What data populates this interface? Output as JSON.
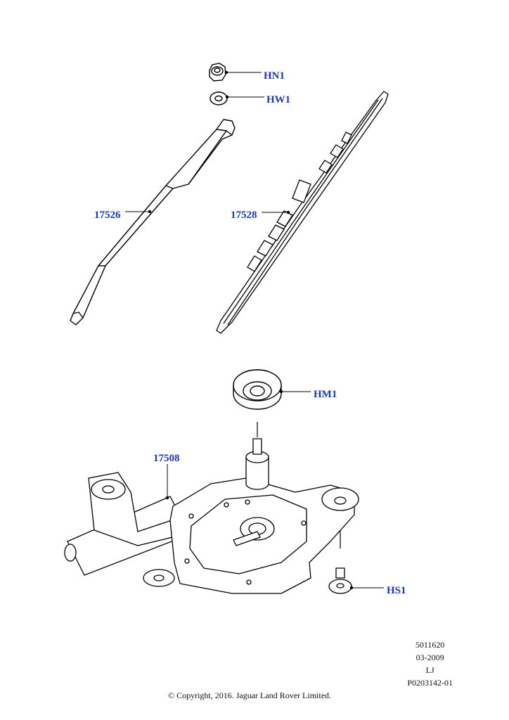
{
  "callouts": {
    "hn1": "HN1",
    "hw1": "HW1",
    "arm": "17526",
    "blade": "17528",
    "hm1": "HM1",
    "motor": "17508",
    "hs1": "HS1"
  },
  "meta": {
    "line1": "5011620",
    "line2": "03-2009",
    "line3": "LJ",
    "line4": "P0203142-01"
  },
  "copyright": "© Copyright, 2016. Jaguar Land Rover Limited.",
  "colors": {
    "callout": "#1a35c8",
    "line": "#000000"
  }
}
